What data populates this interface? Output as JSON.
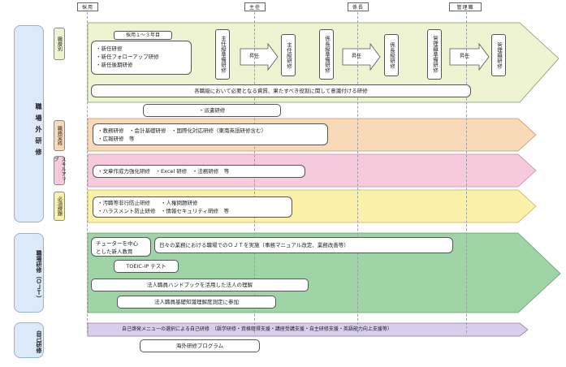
{
  "milestones": [
    "採用",
    "主任",
    "係長",
    "管理職"
  ],
  "sections": {
    "off_jt": "職場外研修",
    "ojt": "職場研修（ＯＪＴ）",
    "self": "自己研修"
  },
  "categories": {
    "rank": "職層別",
    "practical": "職務実践",
    "skill": "スキルアップ",
    "required": "必須課題"
  },
  "rank_training": {
    "years_label": "採用１〜３年目",
    "new_items": [
      "・新任研修",
      "・新任フォローアップ研修",
      "・新任後期研修"
    ],
    "promo_label": "昇任",
    "stage_boxes": [
      "主任級準備研修",
      "主任級研修",
      "係長級準備研修",
      "係長級研修",
      "管理職準備研修",
      "管理職研修"
    ],
    "common": "各職級において必要となる資質、果たすべき役割に関して意識付ける研修"
  },
  "dispatch": "・派遣研修",
  "practical_items": [
    "・教務研修　・会計基礎研修　・国際化対応研修（東南英語研修含む）",
    "・広報研修　等"
  ],
  "skill_item": "・文章作成力強化研修　・Excel 研修　・法務研修　等",
  "required_items": [
    "・汚職等非行防止研修　　・人権問題研修",
    "・ハラスメント防止研修　・情報セキュリティ研修　等"
  ],
  "ojt_items": {
    "tutor": [
      "チューターを中心",
      "とした新人教育"
    ],
    "daily": "日々の業務における職場でのＯＪＴを実施（事務マニュアル改定、業務改善等）",
    "toeic": "TOEIC-IP テスト",
    "handbook": "法人職員ハンドブックを活用した法人の理解",
    "test": "法人職員基礎知識理解度測定に参加"
  },
  "self_items": {
    "menu": "自己啓発メニューの選択による自己研修　（語学研修・資格取得支援・講座受講支援・自主研修支援・英語能力向上支援等）",
    "overseas": "海外研修プログラム"
  },
  "colors": {
    "rank_bg": "#eef3d2",
    "practical_bg": "#f8d9b8",
    "skill_bg": "#f6c9dd",
    "required_bg": "#fbf1a8",
    "ojt_bg": "#9fd4a6",
    "self_bg": "#d8cdea",
    "section_bg": "#dce9f8",
    "line": "#666666"
  }
}
